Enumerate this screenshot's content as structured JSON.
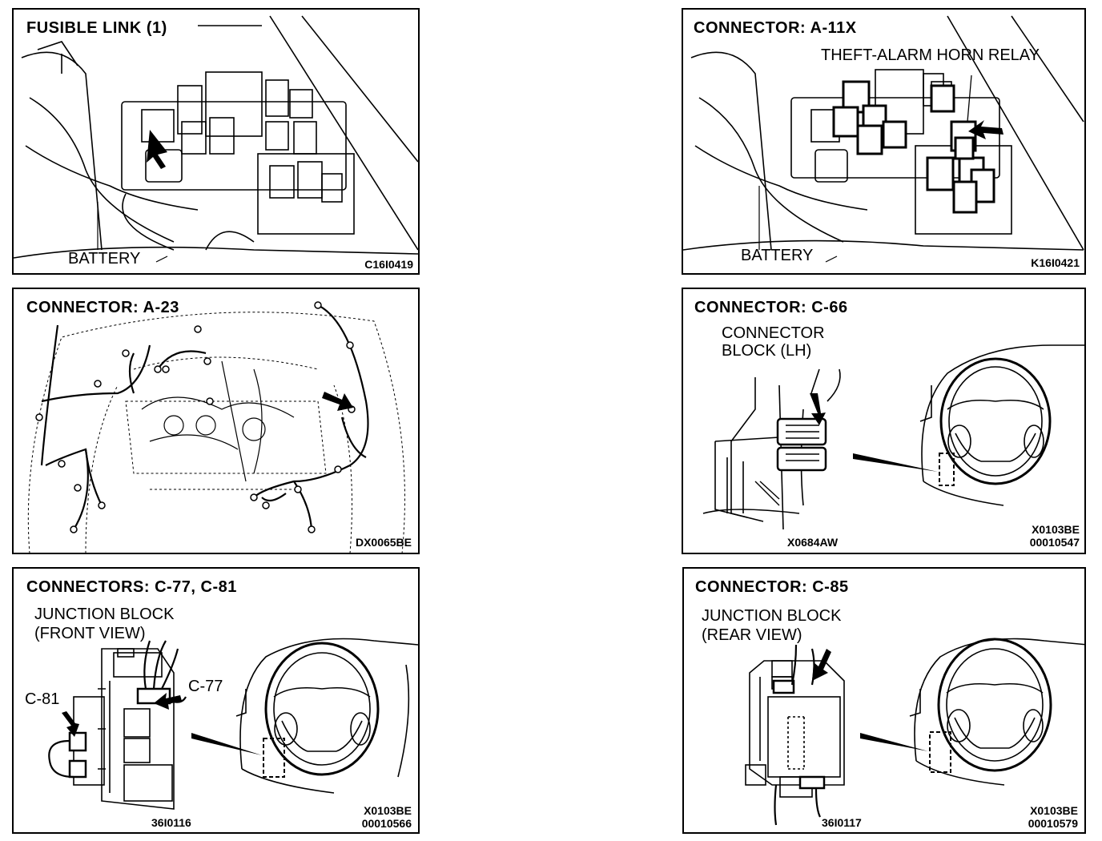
{
  "panels": {
    "p1": {
      "title": "FUSIBLE LINK (1)",
      "battery": "BATTERY",
      "code": "C16I0419"
    },
    "p2": {
      "title": "CONNECTOR: A-11X",
      "relay": "THEFT-ALARM HORN RELAY",
      "battery": "BATTERY",
      "code": "K16I0421"
    },
    "p3": {
      "title": "CONNECTOR: A-23",
      "code": "DX0065BE"
    },
    "p4": {
      "title": "CONNECTOR: C-66",
      "block_line1": "CONNECTOR",
      "block_line2": "BLOCK (LH)",
      "code_left": "X0684AW",
      "code_right_1": "X0103BE",
      "code_right_2": "00010547"
    },
    "p5": {
      "title": "CONNECTORS: C-77, C-81",
      "block_line1": "JUNCTION BLOCK",
      "block_line2": "(FRONT VIEW)",
      "c81": "C-81",
      "c77": "C-77",
      "code_left": "36I0116",
      "code_right_1": "X0103BE",
      "code_right_2": "00010566"
    },
    "p6": {
      "title": "CONNECTOR: C-85",
      "block_line1": "JUNCTION BLOCK",
      "block_line2": "(REAR VIEW)",
      "code_left": "36I0117",
      "code_right_1": "X0103BE",
      "code_right_2": "00010579"
    }
  },
  "icons": {
    "pointer": "pointer-arrow-icon"
  },
  "colors": {
    "ink": "#000000",
    "paper": "#ffffff"
  }
}
